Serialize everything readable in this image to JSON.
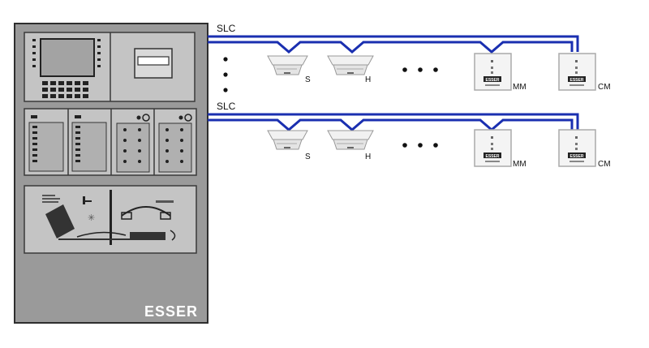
{
  "panel": {
    "brand": "ESSER",
    "colors": {
      "cabinet": "#9a9a9a",
      "module": "#c4c4c4",
      "border": "#3a3a3a",
      "screen": "#9e9e9e"
    }
  },
  "loops": [
    {
      "label": "SLC",
      "devices": [
        {
          "type": "smoke-detector",
          "label": "S"
        },
        {
          "type": "heat-detector",
          "label": "H"
        },
        {
          "type": "ellipsis",
          "label": "• • •"
        },
        {
          "type": "monitor-module",
          "label": "MM",
          "plate": "ESSER"
        },
        {
          "type": "control-module",
          "label": "CM",
          "plate": "ESSER"
        }
      ]
    },
    {
      "label": "SLC",
      "devices": [
        {
          "type": "smoke-detector",
          "label": "S"
        },
        {
          "type": "heat-detector",
          "label": "H"
        },
        {
          "type": "ellipsis",
          "label": "• • •"
        },
        {
          "type": "monitor-module",
          "label": "MM",
          "plate": "ESSER"
        },
        {
          "type": "control-module",
          "label": "CM",
          "plate": "ESSER"
        }
      ]
    }
  ],
  "vertical_ellipsis": "•\n•\n•",
  "wire_color": "#1a2fb0"
}
